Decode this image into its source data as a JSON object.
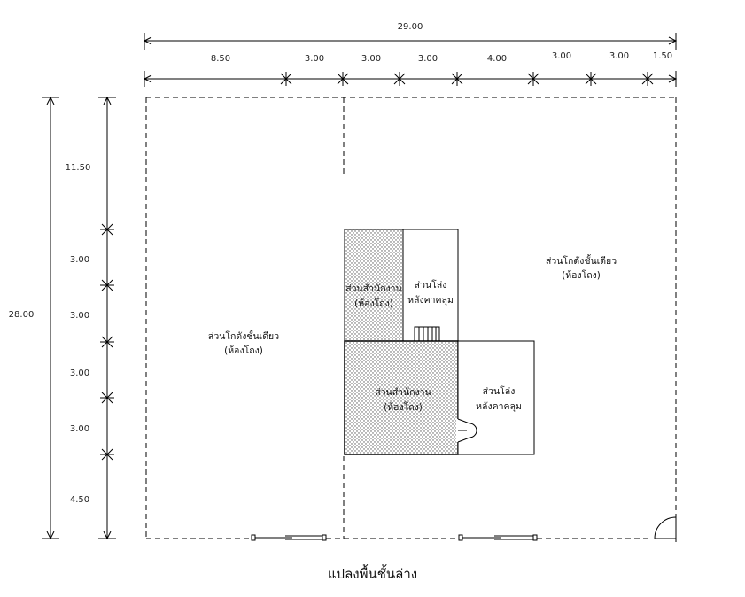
{
  "drawing": {
    "title": "แปลงพื้นชั้นล่าง",
    "overall_width": "29.00",
    "overall_depth": "28.00",
    "horizontal_dimensions": [
      "8.50",
      "3.00",
      "3.00",
      "3.00",
      "4.00",
      "3.00",
      "3.00",
      "1.50"
    ],
    "vertical_dimensions": [
      "11.50",
      "3.00",
      "3.00",
      "3.00",
      "3.00",
      "4.50"
    ]
  },
  "rooms": {
    "storage_left": {
      "name": "ส่วนโกดังชั้นเดียว",
      "sub": "(ห้องโถง)"
    },
    "storage_right": {
      "name": "ส่วนโกดังชั้นเดียว",
      "sub": "(ห้องโถง)"
    },
    "office_upper": {
      "name": "ส่วนสำนักงาน",
      "sub": "(ห้องโถง)"
    },
    "open_upper": {
      "name": "ส่วนโล่ง",
      "sub": "หลังคาคลุม"
    },
    "office_lower": {
      "name": "ส่วนสำนักงาน",
      "sub": "(ห้องโถง)"
    },
    "open_lower": {
      "name": "ส่วนโล่ง",
      "sub": "หลังคาคลุม"
    }
  }
}
